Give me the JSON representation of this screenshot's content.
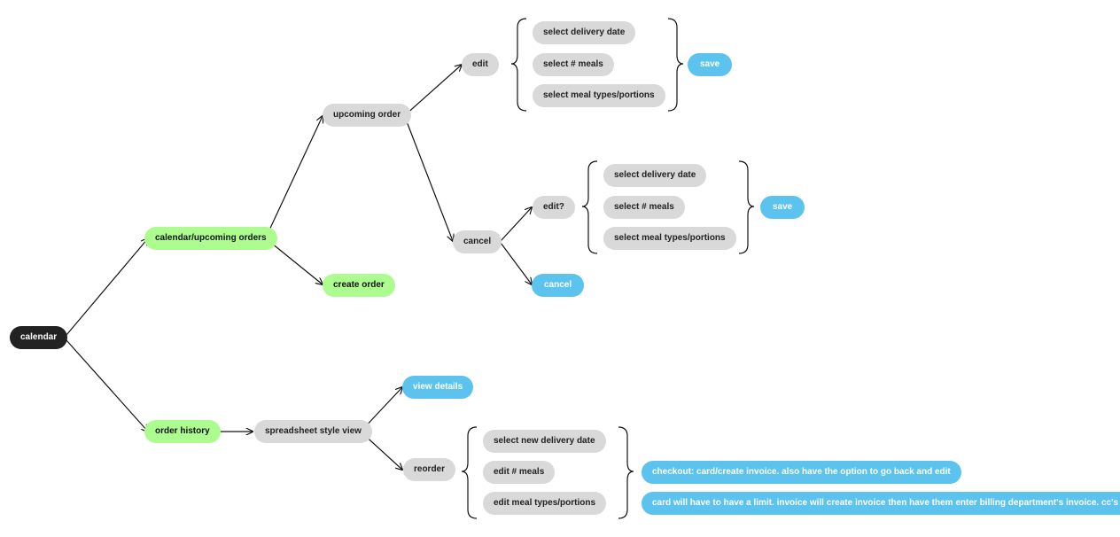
{
  "colors": {
    "root": "#222222",
    "primary": "#adfc8f",
    "step": "#d9d9d9",
    "action": "#5bc3ee",
    "line": "#111111"
  },
  "nodes": {
    "calendar": "calendar",
    "calendar_upcoming": "calendar/upcoming orders",
    "upcoming_order": "upcoming order",
    "create_order": "create order",
    "edit_1": "edit",
    "select_delivery_date_1": "select delivery date",
    "select_meals_1": "select # meals",
    "select_meal_types_1": "select meal types/portions",
    "save_1": "save",
    "cancel_step": "cancel",
    "edit_q": "edit?",
    "select_delivery_date_2": "select delivery date",
    "select_meals_2": "select # meals",
    "select_meal_types_2": "select meal types/portions",
    "save_2": "save",
    "cancel_action": "cancel",
    "order_history": "order history",
    "spreadsheet_view": "spreadsheet style view",
    "view_details": "view details",
    "reorder": "reorder",
    "select_new_delivery_date": "select new delivery date",
    "edit_meals": "edit # meals",
    "edit_meal_types": "edit meal types/portions",
    "checkout": "checkout: card/create invoice. also have the option to go back and edit",
    "card_limit": "card will have to have a limit. invoice will create invoice then have them enter billing department's invoice. cc's ham"
  }
}
